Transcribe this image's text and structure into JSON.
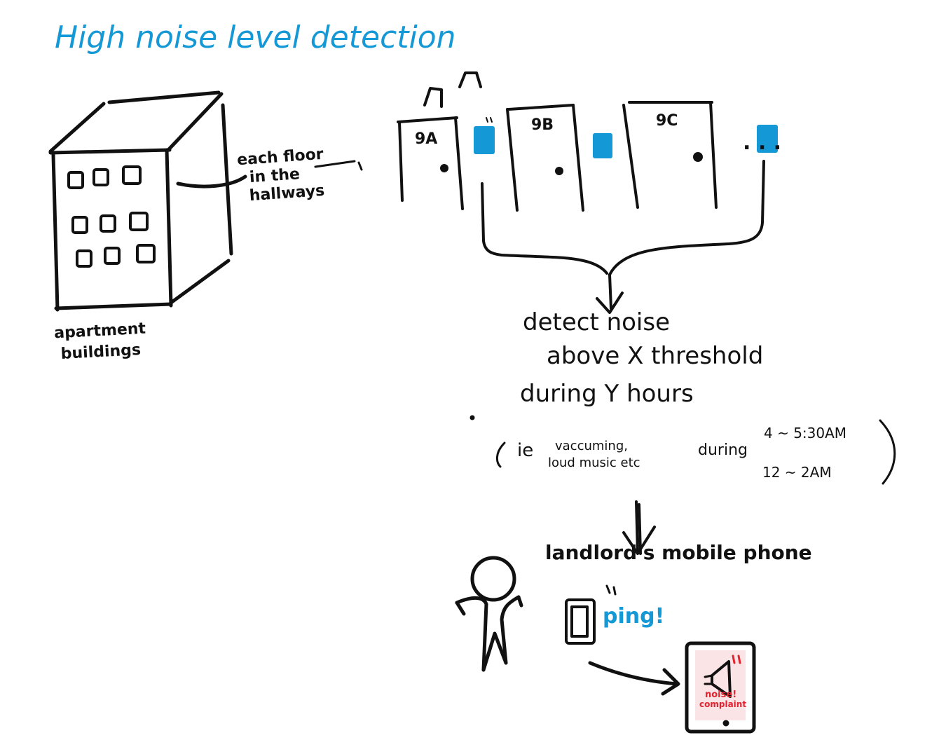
{
  "title": "High noise level detection",
  "building": {
    "label_line1": "apartment",
    "label_line2": "buildings",
    "floor_label_line1": "each floor",
    "floor_label_line2": "in the",
    "floor_label_line3": "hallways"
  },
  "doors": [
    "9A",
    "9B",
    "9C"
  ],
  "ellipsis": ". . .",
  "conditions": {
    "line1": "detect noise",
    "line2": "above  X  threshold",
    "line3": "during  Y  hours",
    "example_open": "(",
    "example_ie": "ie",
    "example_a": "vaccuming,",
    "example_b": "loud music etc",
    "example_during": "during",
    "time1": "4 ~ 5:30AM",
    "time2": "12 ~ 2AM",
    "example_close": ")"
  },
  "notify": {
    "label": "landlord's mobile phone",
    "ping": "ping!",
    "alert_line1": "noise!",
    "alert_line2": "complaint"
  },
  "colors": {
    "ink": "#111111",
    "accent_blue": "#1598d6",
    "alert_red": "#e1242f"
  }
}
